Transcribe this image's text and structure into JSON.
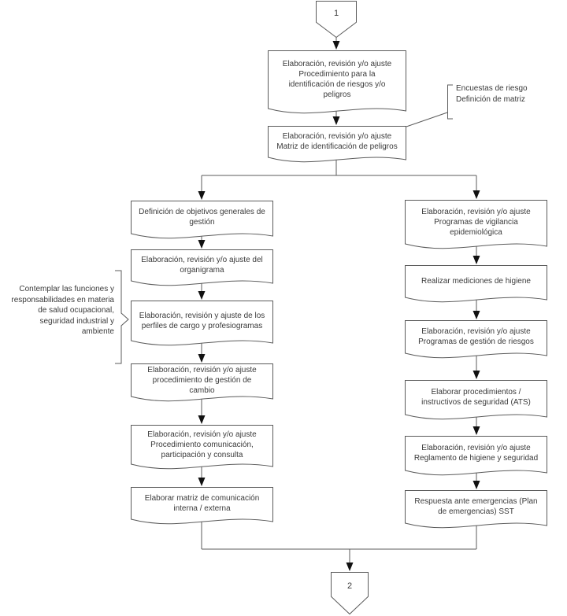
{
  "palette": {
    "background": "#ffffff",
    "box_fill": "#ffffff",
    "box_border": "#5b5b5b",
    "line": "#5b5b5b",
    "arrow": "#111111",
    "text": "#3a3a3a"
  },
  "connectors": {
    "top_label": "1",
    "bottom_label": "2"
  },
  "top_flow": [
    {
      "shape": "document",
      "label": "Elaboración, revisión y/o ajuste\nProcedimiento para la\nidentificación de riesgos y/o\npeligros"
    },
    {
      "shape": "document",
      "label": "Elaboración, revisión y/o ajuste\nMatriz de identificación de peligros"
    }
  ],
  "left_column": [
    {
      "shape": "document",
      "label": "Definición de objetivos generales de\ngestión"
    },
    {
      "shape": "document",
      "label": "Elaboración, revisión y/o ajuste del\norganigrama"
    },
    {
      "shape": "document",
      "label": "Elaboración, revisión y ajuste de los\nperfiles de cargo y profesiogramas"
    },
    {
      "shape": "document",
      "label": "Elaboración, revisión y/o ajuste\nprocedimiento de gestión de\ncambio"
    },
    {
      "shape": "document",
      "label": "Elaboración, revisión y/o ajuste\nProcedimiento comunicación,\nparticipación y consulta"
    },
    {
      "shape": "document",
      "label": "Elaborar matriz de comunicación\ninterna / externa"
    }
  ],
  "right_column": [
    {
      "shape": "document",
      "label": "Elaboración, revisión y/o ajuste\nProgramas de vigilancia\nepidemiológica"
    },
    {
      "shape": "document",
      "label": "Realizar mediciones de higiene"
    },
    {
      "shape": "document",
      "label": "Elaboración, revisión y/o ajuste\nProgramas de gestión de riesgos"
    },
    {
      "shape": "document",
      "label": "Elaborar procedimientos /\ninstructivos de seguridad (ATS)"
    },
    {
      "shape": "document",
      "label": "Elaboración, revisión y/o ajuste\nReglamento de higiene y seguridad"
    },
    {
      "shape": "document",
      "label": "Respuesta ante emergencias (Plan\nde emergencias) SST"
    }
  ],
  "annotations": {
    "risk_note": "Encuestas de riesgo\nDefinición de matriz",
    "roles_note": "Contemplar las funciones y\nresponsabilidades en materia\nde salud ocupacional,\nseguridad industrial y\nambiente"
  }
}
